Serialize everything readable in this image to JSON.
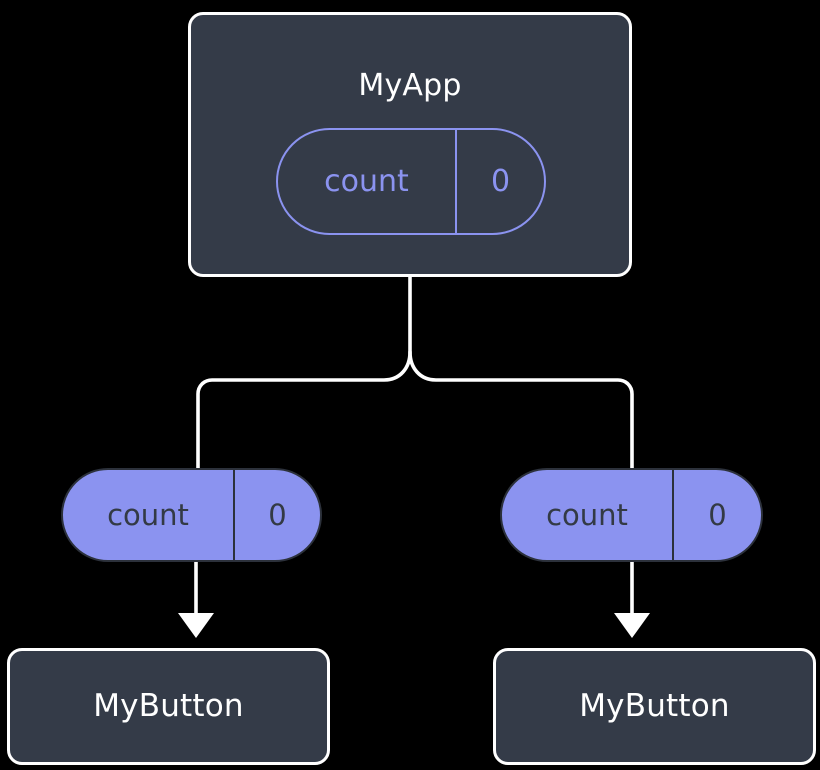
{
  "diagram": {
    "type": "component-state-tree",
    "background_color": "#000000",
    "palette": {
      "card_fill": "#343b48",
      "card_border": "#ffffff",
      "accent": "#8b93f0",
      "accent_text_on_fill": "#333a45",
      "wire": "#ffffff"
    },
    "root": {
      "title": "MyApp",
      "state_pill": {
        "key": "count",
        "value": "0",
        "style": "outlined"
      }
    },
    "branches": [
      {
        "side": "left",
        "state_pill": {
          "key": "count",
          "value": "0",
          "style": "filled"
        },
        "child": {
          "title": "MyButton"
        }
      },
      {
        "side": "right",
        "state_pill": {
          "key": "count",
          "value": "0",
          "style": "filled"
        },
        "child": {
          "title": "MyButton"
        }
      }
    ],
    "connectors": {
      "fan_out": "root-to-two-branches",
      "arrow_left": "left-pill-to-left-button",
      "arrow_right": "right-pill-to-right-button"
    }
  }
}
